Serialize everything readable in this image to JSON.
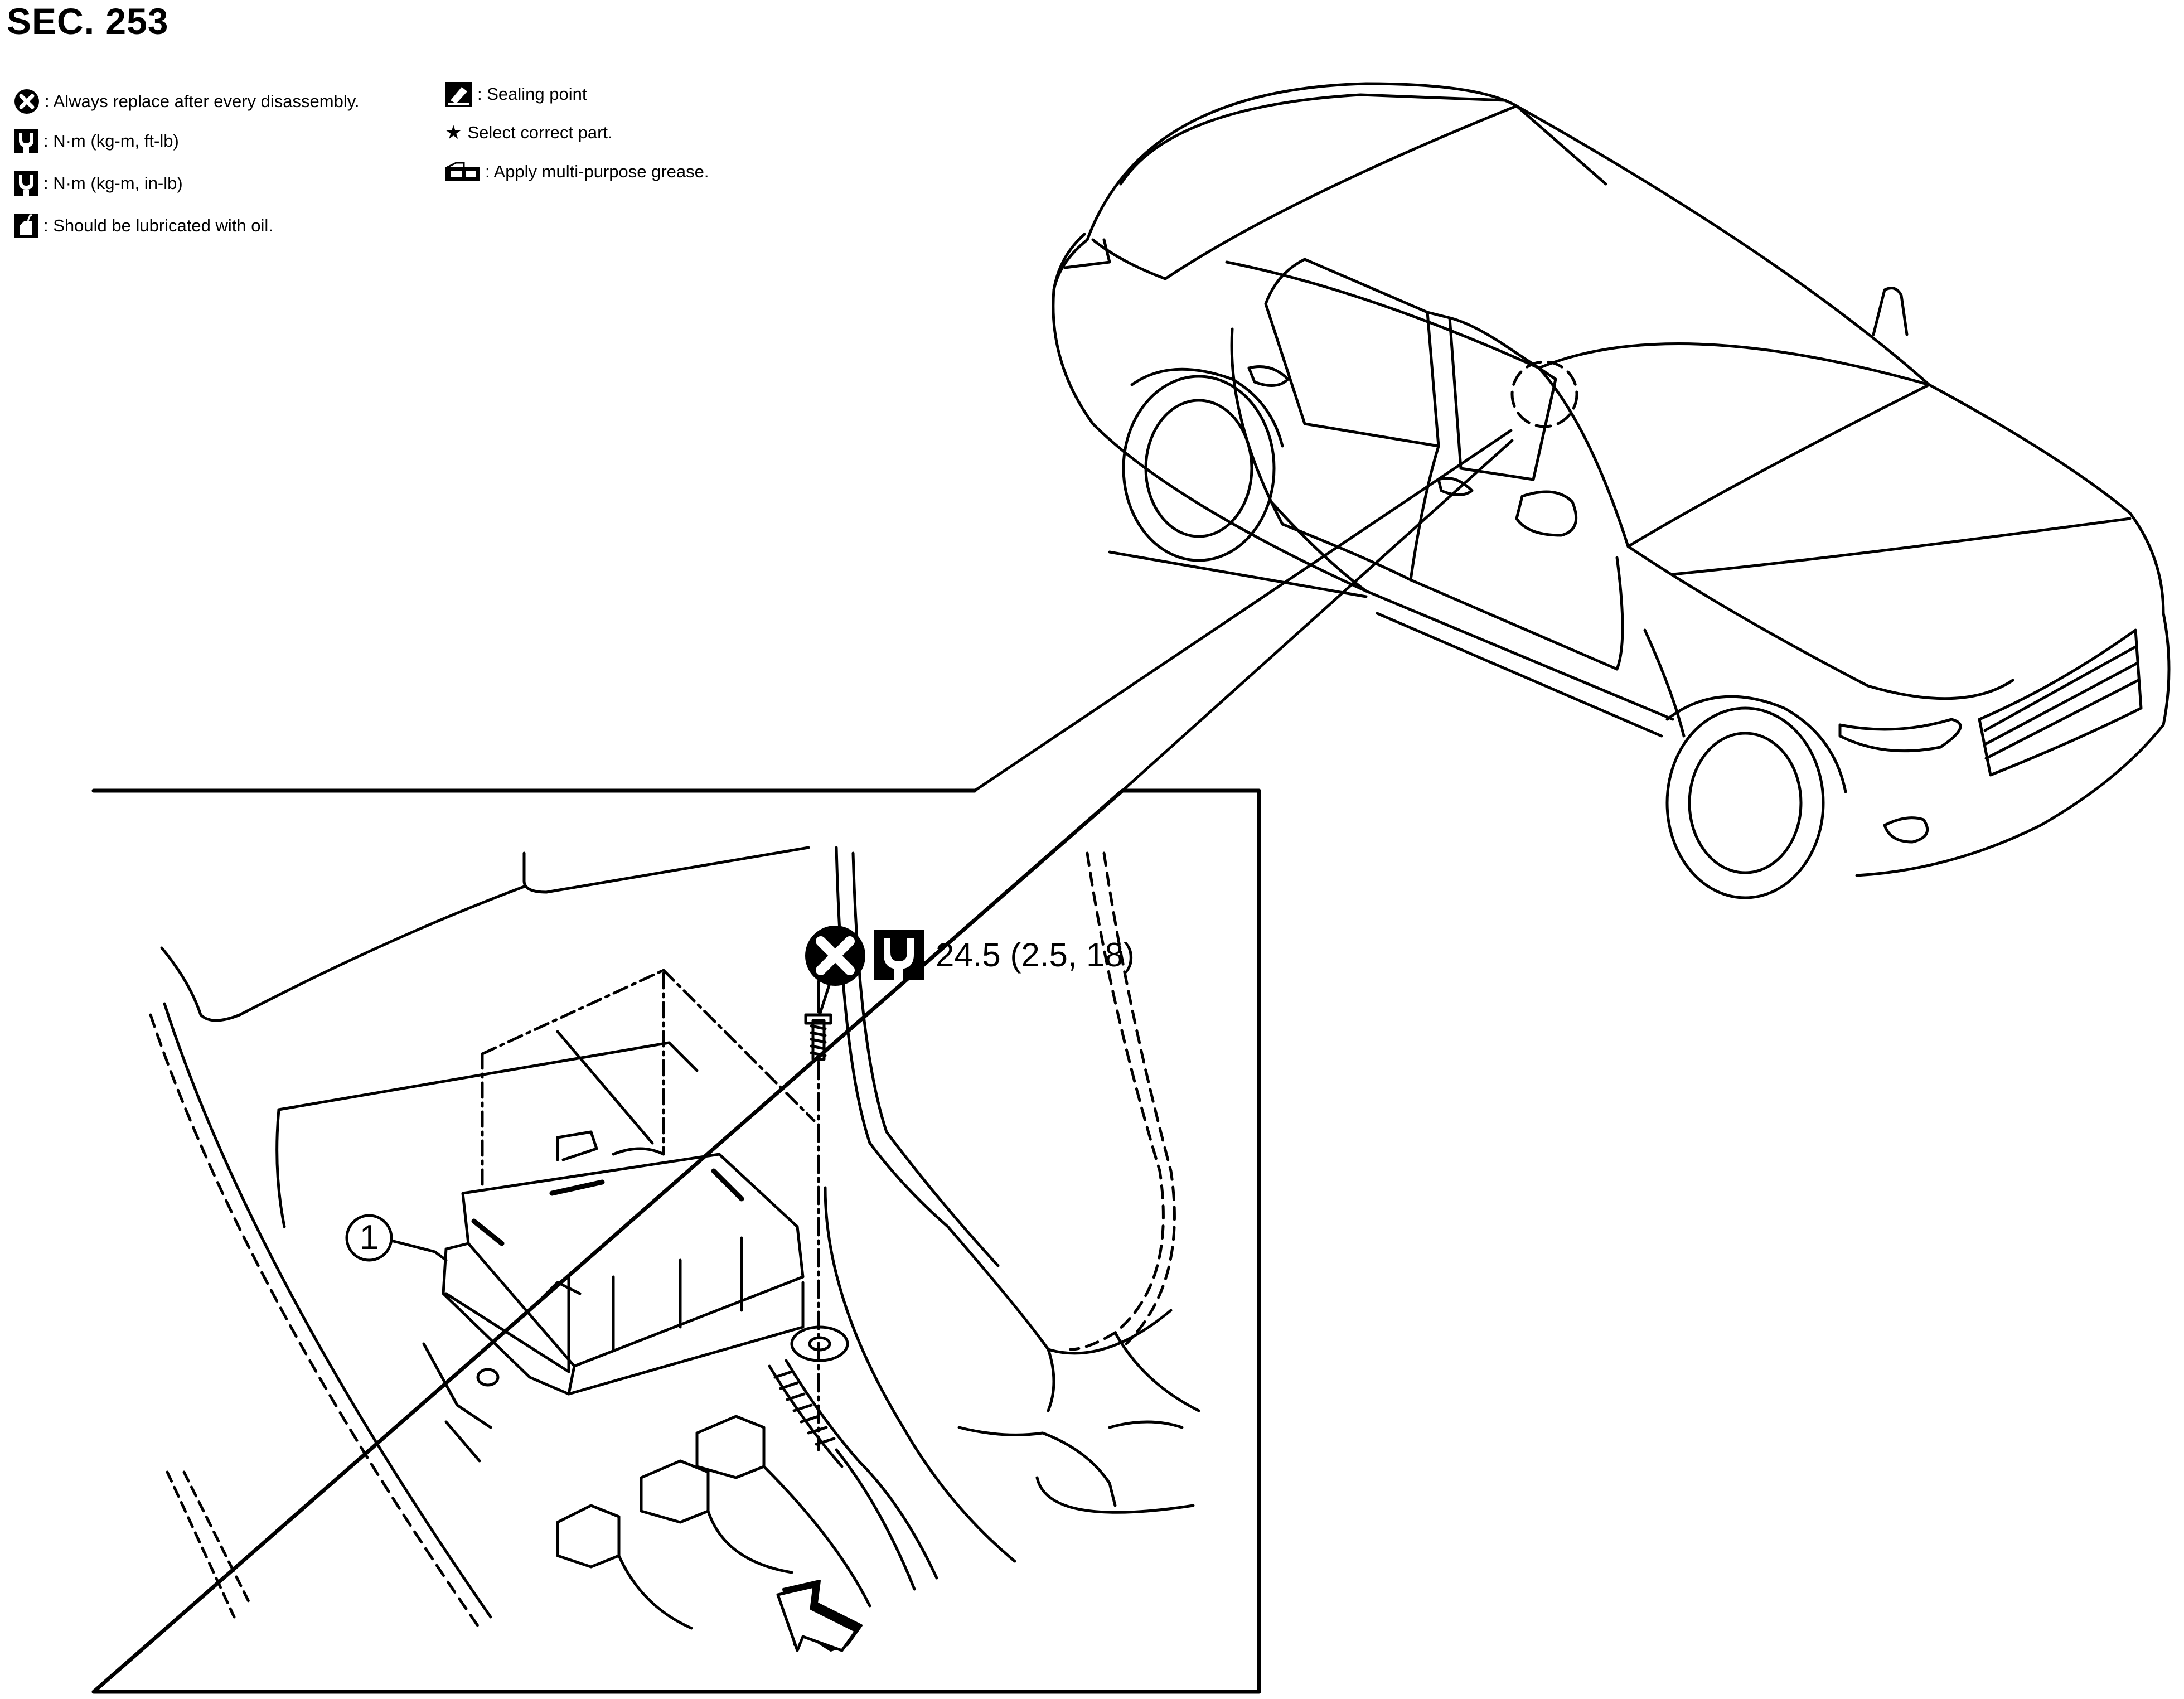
{
  "section": "SEC. 253",
  "legend": {
    "replace": ": Always replace after every disassembly.",
    "torque_ftlb": ": N·m (kg-m, ft-lb)",
    "torque_inlb": ": N·m (kg-m, in-lb)",
    "oil": ": Should be lubricated with oil.",
    "sealing": ": Sealing point",
    "select": "Select correct part.",
    "grease": ": Apply multi-purpose grease."
  },
  "torque_spec": "24.5 (2.5, 18)",
  "part_label": "1",
  "icons": [
    "replace-icon",
    "torque-wrench-icon",
    "torque-wrench-inlb-icon",
    "oil-can-icon",
    "sealing-point-icon",
    "star-icon",
    "grease-icon",
    "front-arrow-icon"
  ]
}
